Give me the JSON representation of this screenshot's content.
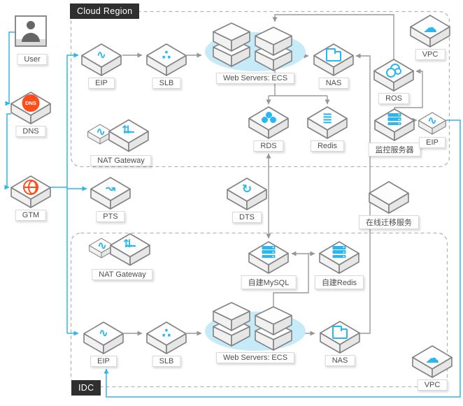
{
  "regions": {
    "cloud": "Cloud Region",
    "idc": "IDC"
  },
  "nodes": {
    "user": {
      "label": "User"
    },
    "dns": {
      "label": "DNS",
      "icon_text": "DNS"
    },
    "gtm": {
      "label": "GTM"
    },
    "eip_cloud": {
      "label": "EIP"
    },
    "slb_cloud": {
      "label": "SLB"
    },
    "ecs_cloud": {
      "label": "Web Servers: ECS"
    },
    "nas_cloud": {
      "label": "NAS"
    },
    "vpc_cloud": {
      "label": "VPC"
    },
    "ros": {
      "label": "ROS"
    },
    "rds": {
      "label": "RDS"
    },
    "redis_cloud": {
      "label": "Redis"
    },
    "monitor": {
      "label": "监控服务器"
    },
    "eip_monitor": {
      "label": "EIP"
    },
    "nat_cloud": {
      "label": "NAT Gateway"
    },
    "pts": {
      "label": "PTS"
    },
    "dts": {
      "label": "DTS"
    },
    "migration": {
      "label": "在线迁移服务"
    },
    "nat_idc": {
      "label": "NAT Gateway"
    },
    "mysql_idc": {
      "label": "自建MySQL"
    },
    "redis_idc": {
      "label": "自建Redis"
    },
    "eip_idc": {
      "label": "EIP"
    },
    "slb_idc": {
      "label": "SLB"
    },
    "ecs_idc": {
      "label": "Web Servers: ECS"
    },
    "nas_idc": {
      "label": "NAS"
    },
    "vpc_idc": {
      "label": "VPC"
    }
  },
  "colors": {
    "accent_cyan": "#29b7f0",
    "accent_orange": "#ff4d1c",
    "edge_gray": "#9a9a9a",
    "region_label_bg": "#2f2f2f",
    "ecs_halo": "#c5eaf8"
  }
}
